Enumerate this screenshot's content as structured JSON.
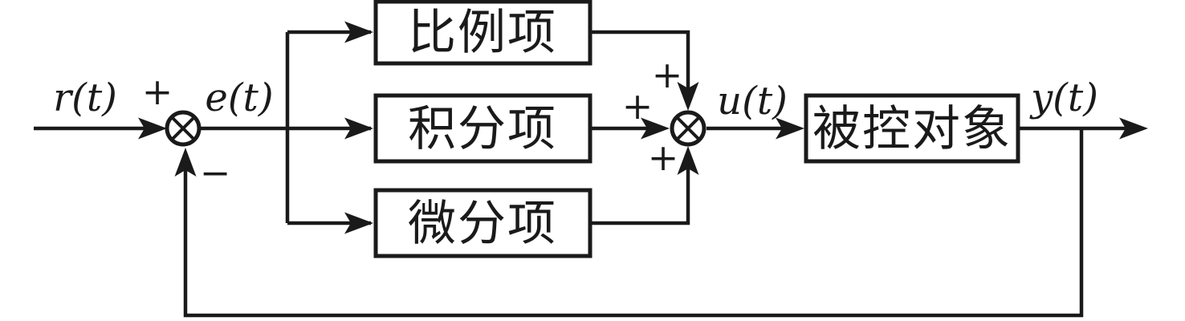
{
  "diagram": {
    "signals": {
      "reference": "r(t)",
      "error": "e(t)",
      "control": "u(t)",
      "output": "y(t)"
    },
    "signs": {
      "reference_plus": "+",
      "feedback_minus": "−",
      "proportional_plus": "+",
      "integral_plus": "+",
      "derivative_plus": "+"
    },
    "blocks": {
      "proportional": "比例项",
      "integral": "积分项",
      "derivative": "微分项",
      "plant": "被控对象"
    },
    "colors": {
      "stroke": "#1a1a1a",
      "background": "#ffffff"
    }
  }
}
